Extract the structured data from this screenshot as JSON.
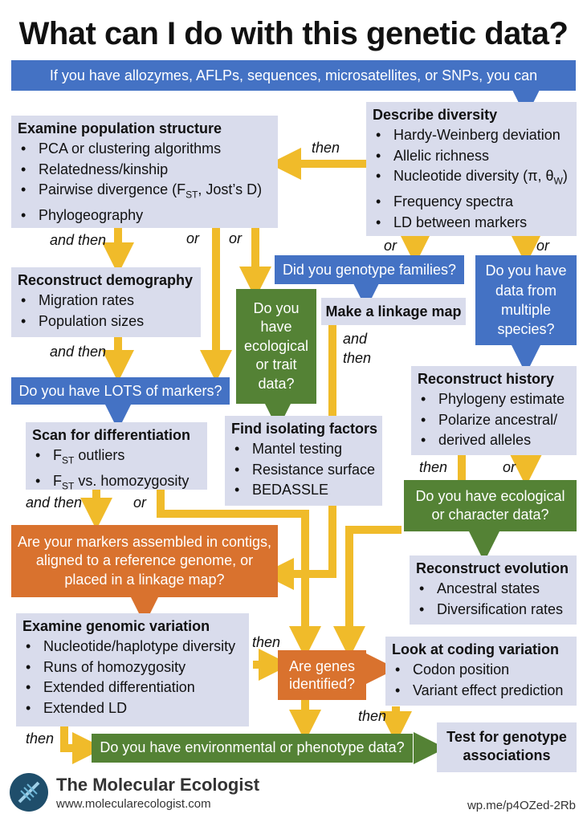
{
  "title": "What can I do with this genetic data?",
  "top_banner": "If you have allozymes, AFLPs, sequences, microsatellites, or SNPs, you can",
  "describe_diversity": {
    "title": "Describe diversity",
    "items": [
      "Hardy-Weinberg deviation",
      "Allelic richness",
      "Nucleotide diversity (π, θ",
      "Frequency spectra",
      "LD between markers"
    ],
    "nd_sub": "W",
    "nd_close": ")"
  },
  "population_structure": {
    "title": "Examine population structure",
    "items": [
      "PCA or clustering algorithms",
      "Relatedness/kinship",
      "Pairwise divergence (F",
      "Phylogeography"
    ],
    "fst_sub": "ST",
    "pairwise_rest": ", Jost’s D)"
  },
  "demography": {
    "title": "Reconstruct demography",
    "items": [
      "Migration rates",
      "Population sizes"
    ]
  },
  "families_q": "Did you genotype families?",
  "linkage_map": "Make a linkage map",
  "multiple_species_q": "Do you have data from multiple species?",
  "ecological_trait_q": "Do you have ecological or trait data?",
  "lots_markers_q": "Do you have LOTS of markers?",
  "scan": {
    "title": "Scan for differentiation",
    "item1_main": "F",
    "item1_sub": "ST",
    "item1_rest": " outliers",
    "item2_main": "F",
    "item2_sub": "ST",
    "item2_rest": " vs. homozygosity"
  },
  "isolating": {
    "title": "Find isolating factors",
    "items": [
      "Mantel testing",
      "Resistance surface",
      "BEDASSLE"
    ]
  },
  "history": {
    "title": "Reconstruct history",
    "items": [
      "Phylogeny estimate",
      "Polarize ancestral/",
      "derived alleles"
    ]
  },
  "eco_char_q": "Do you have ecological or character data?",
  "assembled_q": "Are your markers assembled in contigs, aligned to a reference genome, or placed in a linkage map?",
  "evolution": {
    "title": "Reconstruct evolution",
    "items": [
      "Ancestral states",
      "Diversification rates"
    ]
  },
  "genomic": {
    "title": "Examine genomic variation",
    "items": [
      "Nucleotide/haplotype diversity",
      "Runs of homozygosity",
      "Extended differentiation",
      "Extended LD"
    ]
  },
  "genes_q": "Are genes identified?",
  "coding": {
    "title": "Look at coding variation",
    "items": [
      "Codon position",
      "Variant effect prediction"
    ]
  },
  "env_q": "Do you have environmental or phenotype data?",
  "test_assoc": "Test for genotype associations",
  "labels": {
    "then": "then",
    "and_then": "and then",
    "or": "or",
    "and": "and"
  },
  "footer": {
    "brand": "The Molecular Ecologist",
    "url": "www.molecularecologist.com",
    "shortlink": "wp.me/p4OZed-2Rb"
  },
  "colors": {
    "blue": "#4472c4",
    "green": "#548235",
    "orange": "#d9722e",
    "grey_box": "#d9dcec",
    "yellow_arrow": "#f0bb2a",
    "blue_arrow": "#4472c4",
    "green_arrow": "#548235",
    "orange_arrow": "#d9722e"
  },
  "icons": [
    "dna-logo-icon"
  ]
}
